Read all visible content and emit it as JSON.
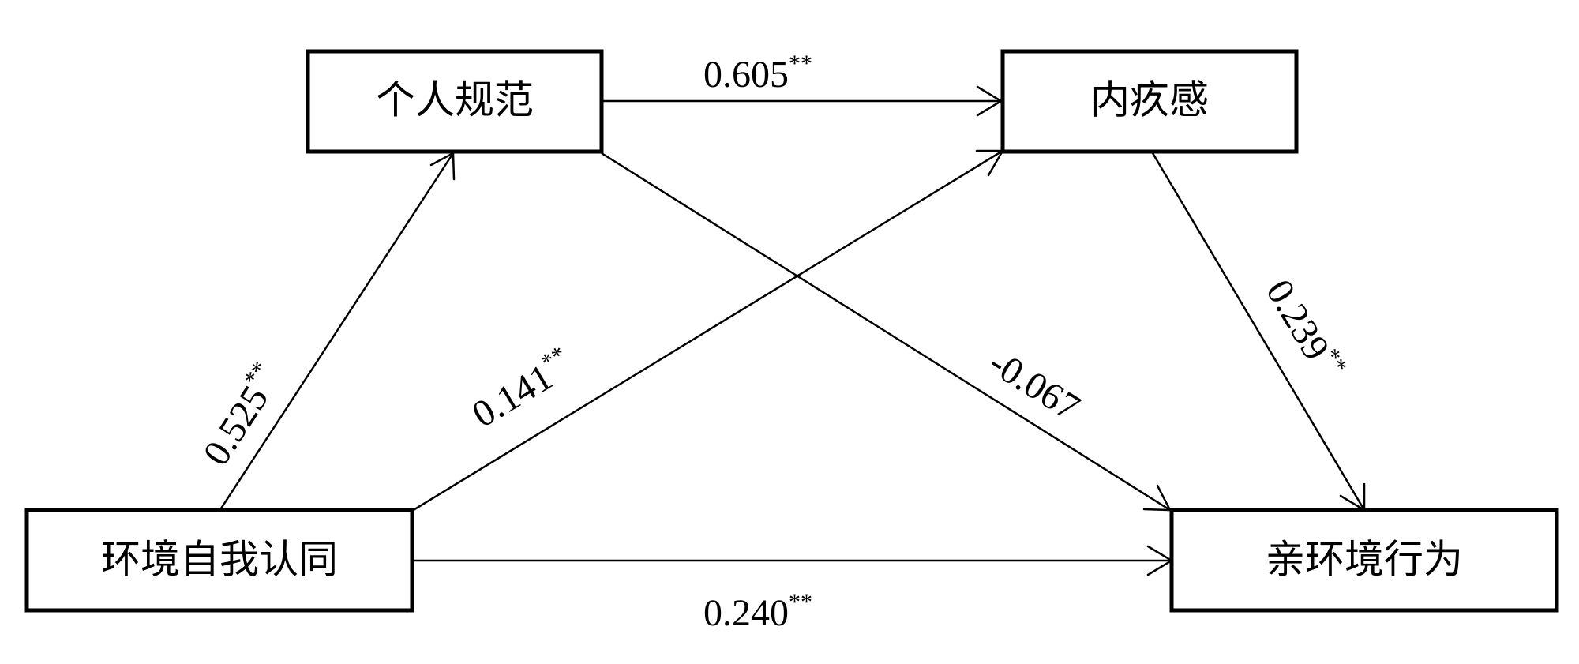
{
  "nodes": {
    "personal_norm": "个人规范",
    "guilt": "内疚感",
    "environmental_identity": "环境自我认同",
    "pro_environmental_behavior": "亲环境行为"
  },
  "paths": {
    "identity_to_norm": {
      "coef": "0.525",
      "sig": "**"
    },
    "norm_to_guilt": {
      "coef": "0.605",
      "sig": "**"
    },
    "identity_to_guilt": {
      "coef": "0.141",
      "sig": "**"
    },
    "norm_to_behavior": {
      "coef": "-0.067",
      "sig": ""
    },
    "guilt_to_behavior": {
      "coef": "0.239",
      "sig": "**"
    },
    "identity_to_behavior": {
      "coef": "0.240",
      "sig": "**"
    }
  }
}
